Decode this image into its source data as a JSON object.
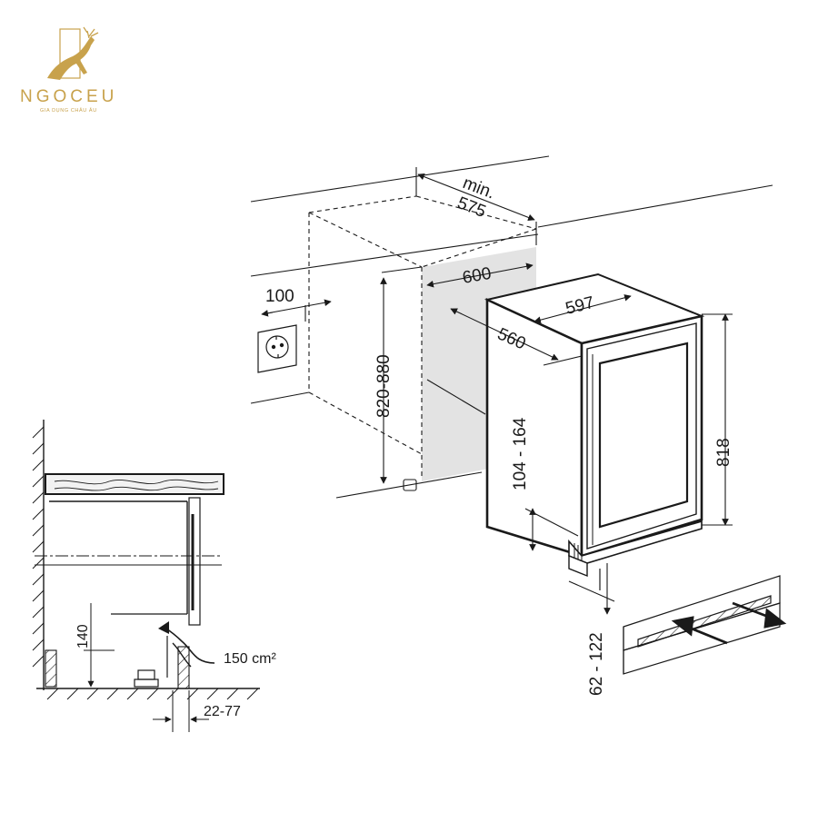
{
  "brand": {
    "name": "NGOCEU",
    "tagline": "GIA DỤNG CHÂU ÂU",
    "color": "#c8a24c"
  },
  "dimensions": {
    "niche_depth": "min.\n575",
    "niche_width": "600",
    "socket_offset": "100",
    "niche_height": "820-880",
    "appliance_width": "597",
    "appliance_depth": "560",
    "appliance_height": "818",
    "door_bottom_range": "104 - 164",
    "plinth_range": "62 - 122",
    "vent_height": "140",
    "vent_area": "150 cm²",
    "plinth_offset": "22-77"
  },
  "colors": {
    "line": "#1a1a1a",
    "niche_fill": "#e3e3e3",
    "countertop_fill": "#f2f2f2"
  }
}
